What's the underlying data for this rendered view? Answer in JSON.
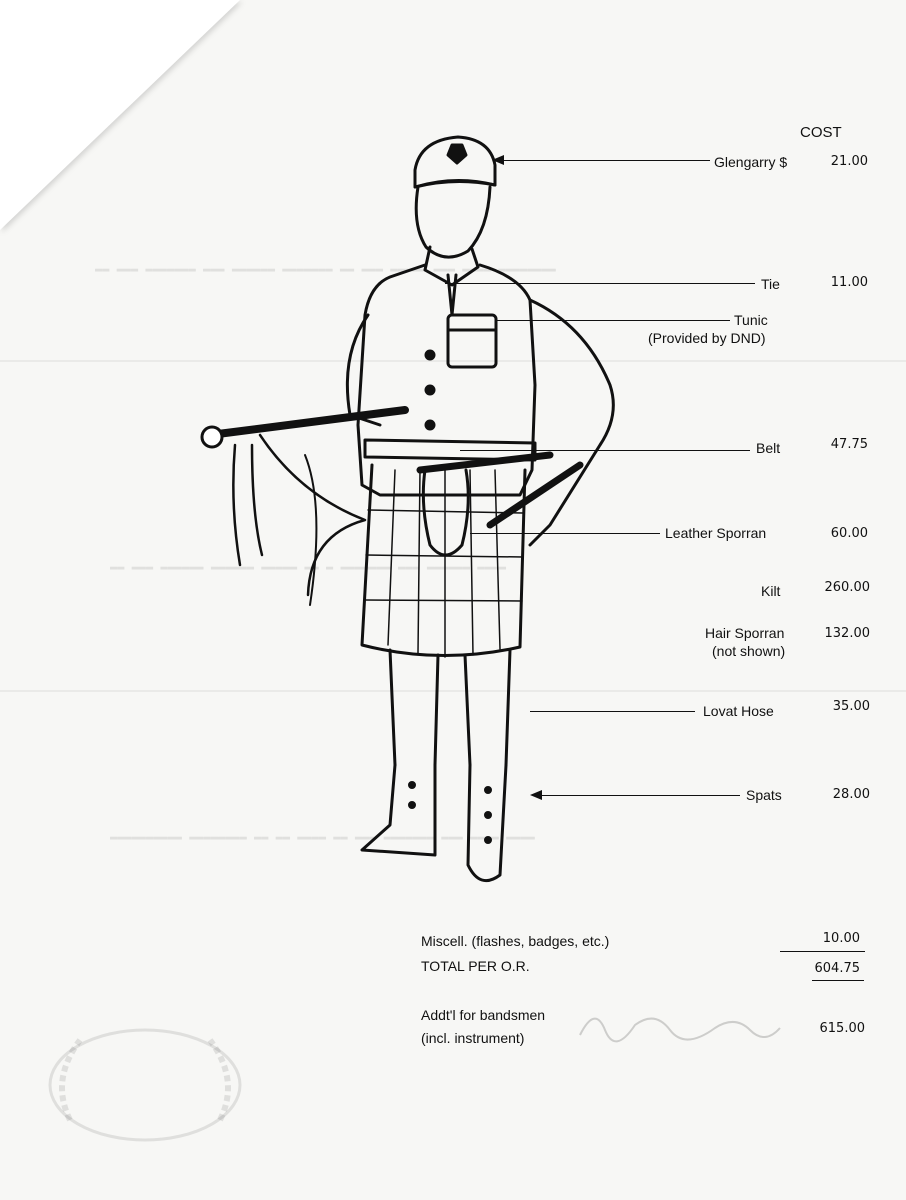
{
  "cost_header": "COST",
  "items": [
    {
      "label": "Glengarry $",
      "price": "21.00"
    },
    {
      "label": "Tie",
      "price": "11.00"
    },
    {
      "label": "Tunic",
      "sub": "(Provided by DND)",
      "price": ""
    },
    {
      "label": "Belt",
      "price": "47.75"
    },
    {
      "label": "Leather Sporran",
      "price": "60.00"
    },
    {
      "label": "Kilt",
      "price": "260.00"
    },
    {
      "label": "Hair Sporran",
      "sub": "(not shown)",
      "price": "132.00"
    },
    {
      "label": "Lovat Hose",
      "price": "35.00"
    },
    {
      "label": "Spats",
      "price": "28.00"
    }
  ],
  "miscellaneous": {
    "label": "Miscell. (flashes, badges, etc.)",
    "price": "10.00"
  },
  "total": {
    "label": "TOTAL PER O.R.",
    "price": "604.75"
  },
  "bandsmen": {
    "label": "Addt'l for bandsmen",
    "sub": "(incl. instrument)",
    "price": "615.00"
  }
}
